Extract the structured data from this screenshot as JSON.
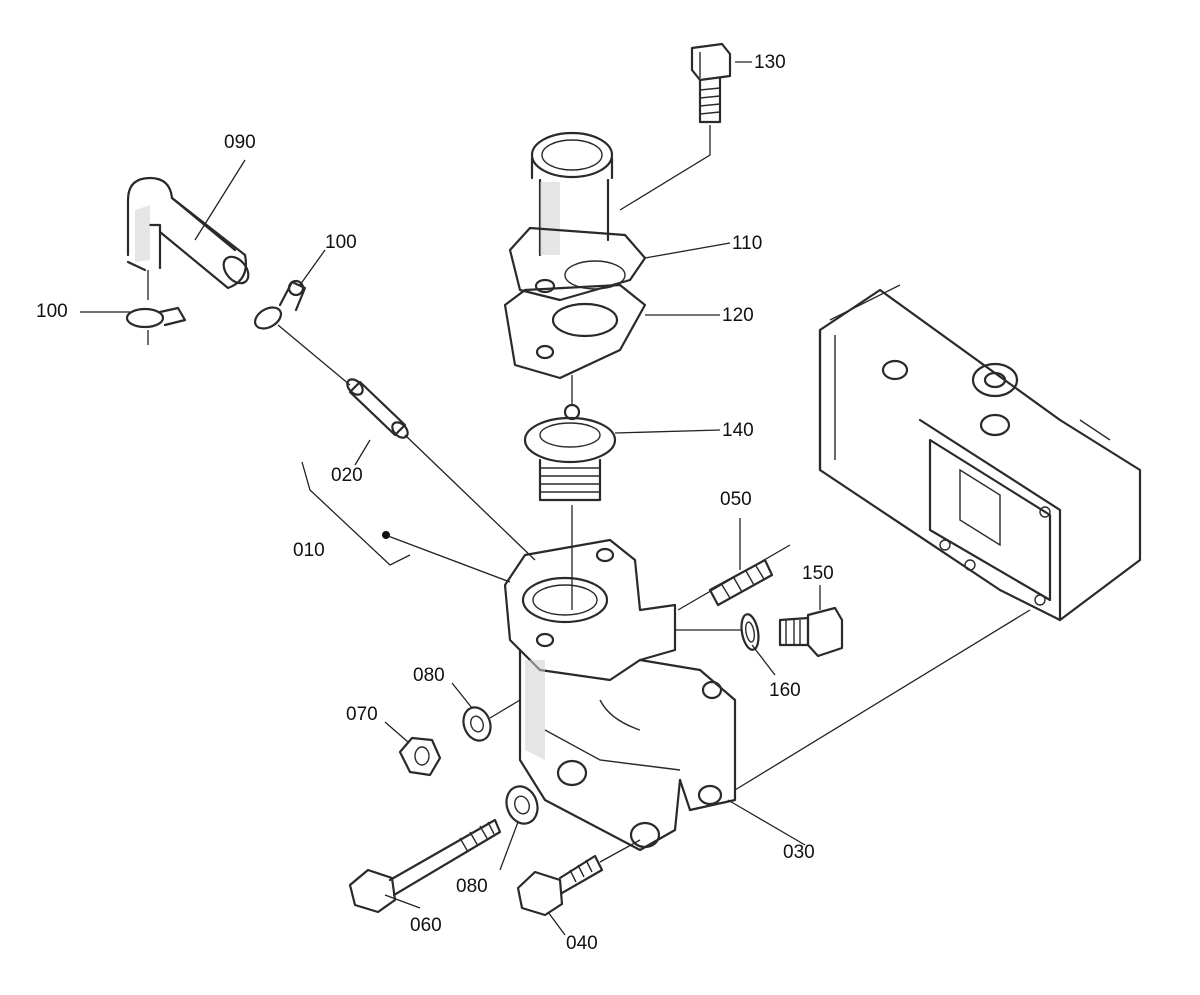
{
  "callouts": {
    "c130": "130",
    "c090": "090",
    "c100a": "100",
    "c110": "110",
    "c100b": "100",
    "c120": "120",
    "c140": "140",
    "c020": "020",
    "c050": "050",
    "c010": "010",
    "c150": "150",
    "c160": "160",
    "c080a": "080",
    "c070": "070",
    "c030": "030",
    "c080b": "080",
    "c060": "060",
    "c040": "040"
  }
}
